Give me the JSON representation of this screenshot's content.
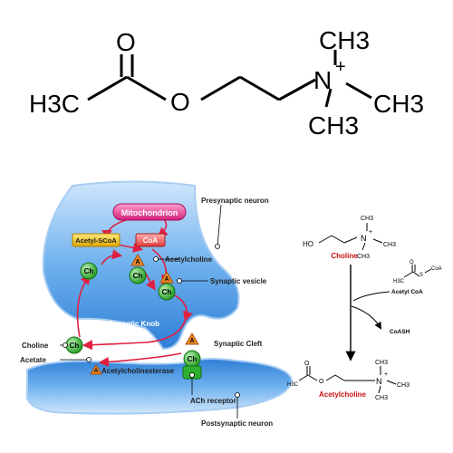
{
  "structure": {
    "h3c": "H3C",
    "o": "O",
    "o_ester": "O",
    "n": "N",
    "plus": "+",
    "ch3_top": "CH3",
    "ch3_right": "CH3",
    "ch3_bottom": "CH3"
  },
  "synapse": {
    "mitochondrion": "Mitochondrion",
    "acetyl_scoa": "Acetyl-SCoA",
    "coa": "CoA",
    "acetylcholine": "Acetylcholine",
    "presynaptic_neuron": "Presynaptic neuron",
    "synaptic_vesicle": "Synaptic vesicle",
    "synaptic_knob": "Synaptic Knob",
    "synaptic_cleft": "Synaptic Cleft",
    "choline": "Choline",
    "acetate": "Acetate",
    "acetylcholinesterase": "Acetylcholinesterase",
    "ach_receptor": "ACh receptor",
    "postsynaptic_neuron": "Postsynaptic neuron",
    "ch": "Ch",
    "a": "A"
  },
  "reaction": {
    "ho": "HO",
    "choline_name": "Choline",
    "n": "N",
    "plus": "+",
    "ch3": "CH3",
    "acetyl_coa": "Acetyl CoA",
    "s": "S",
    "coa": "CoA",
    "h3c": "H3C",
    "o": "O",
    "coash": "CoASH",
    "acetylcholine_name": "Acetylcholine"
  },
  "colors": {
    "neuron_blue": "#3d8fe0",
    "arrow_red": "#e02040",
    "ch_green": "#2fae2f",
    "a_orange": "#f08a24",
    "name_red": "#cc1111"
  }
}
